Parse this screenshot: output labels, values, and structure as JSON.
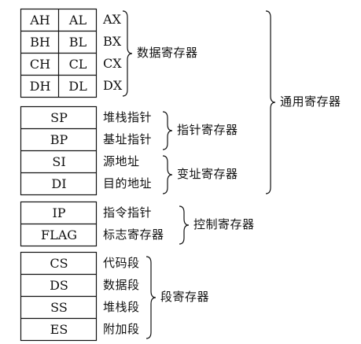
{
  "data_registers": {
    "rows": [
      {
        "high": "AH",
        "low": "AL",
        "name": "AX"
      },
      {
        "high": "BH",
        "low": "BL",
        "name": "BX"
      },
      {
        "high": "CH",
        "low": "CL",
        "name": "CX"
      },
      {
        "high": "DH",
        "low": "DL",
        "name": "DX"
      }
    ],
    "group_label": "数据寄存器"
  },
  "pointer_registers": {
    "rows": [
      {
        "reg": "SP",
        "desc": "堆栈指针"
      },
      {
        "reg": "BP",
        "desc": "基址指针"
      }
    ],
    "group_label": "指针寄存器"
  },
  "index_registers": {
    "rows": [
      {
        "reg": "SI",
        "desc": "源地址"
      },
      {
        "reg": "DI",
        "desc": "目的地址"
      }
    ],
    "group_label": "变址寄存器"
  },
  "general_label": "通用寄存器",
  "control_registers": {
    "rows": [
      {
        "reg": "IP",
        "desc": "指令指针"
      },
      {
        "reg": "FLAG",
        "desc": "标志寄存器"
      }
    ],
    "group_label": "控制寄存器"
  },
  "segment_registers": {
    "rows": [
      {
        "reg": "CS",
        "desc": "代码段"
      },
      {
        "reg": "DS",
        "desc": "数据段"
      },
      {
        "reg": "SS",
        "desc": "堆栈段"
      },
      {
        "reg": "ES",
        "desc": "附加段"
      }
    ],
    "group_label": "段寄存器"
  },
  "colors": {
    "ink": "#111111",
    "background": "#ffffff"
  }
}
